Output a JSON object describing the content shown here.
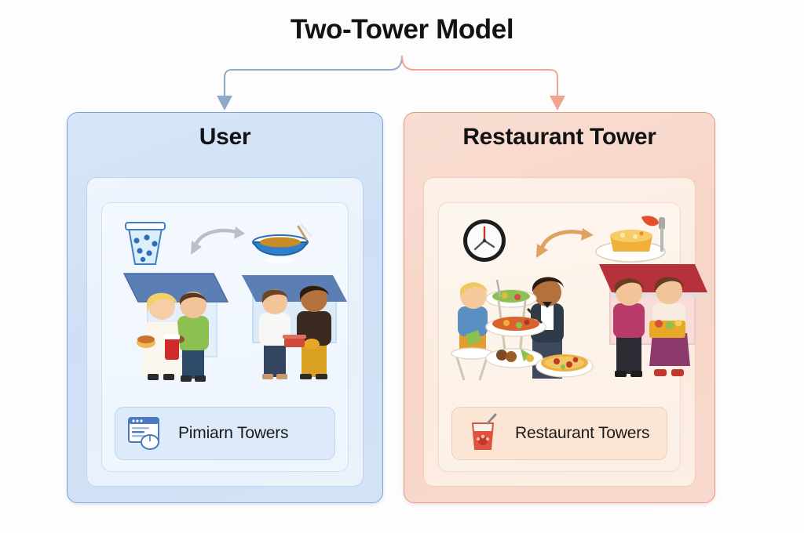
{
  "diagram": {
    "title": "Two-Tower Model",
    "background_color": "#fdfdfd",
    "connector": {
      "left_branch_color": "#8fa9c8",
      "right_branch_color": "#f0a491",
      "left_arrow_name": "arrow-to-user-tower",
      "right_arrow_name": "arrow-to-restaurant-tower"
    }
  },
  "towers": [
    {
      "id": "user",
      "header": "User",
      "accent_color": "#7ba4d4",
      "panel_fill": "#d2e2f7",
      "inner_fill": "#eaf2fc",
      "card_fill": "#f2f8ff",
      "top_row": {
        "from_icon": "bubble-tea-cup-icon",
        "arrow_icon": "curved-arrow-icon",
        "to_icon": "soup-bowl-icon"
      },
      "scenes": [
        {
          "name": "storefront-couple-illustration",
          "awning_color": "#5b7fb4",
          "description": "Couple with burger and drink at a blue-awning storefront"
        },
        {
          "name": "storefront-two-men-illustration",
          "awning_color": "#5b7fb4",
          "description": "Two men at a blue-awning food stall"
        }
      ],
      "chip": {
        "label": "Pimiarn Towers",
        "icon": "browser-window-mouse-icon",
        "fill": "#dceafa"
      }
    },
    {
      "id": "restaurant",
      "header": "Restaurant Tower",
      "accent_color": "#e09a84",
      "panel_fill": "#f8d9cd",
      "inner_fill": "#fcefe6",
      "card_fill": "#fdf5ed",
      "top_row": {
        "from_icon": "wall-clock-icon",
        "arrow_icon": "curved-arrow-icon",
        "to_icon": "plated-dish-with-fork-icon"
      },
      "scenes": [
        {
          "name": "chef-serving-table-illustration",
          "awning_color": "#b5313c",
          "description": "Chef and diner around small tables loaded with dishes and pizza"
        },
        {
          "name": "red-awning-two-women-illustration",
          "awning_color": "#b5313c",
          "description": "Two women with a food tray at a red-awning stall"
        }
      ],
      "chip": {
        "label": "Restaurant Towers",
        "icon": "juice-glass-icon",
        "fill": "#fbe5d4"
      }
    }
  ]
}
